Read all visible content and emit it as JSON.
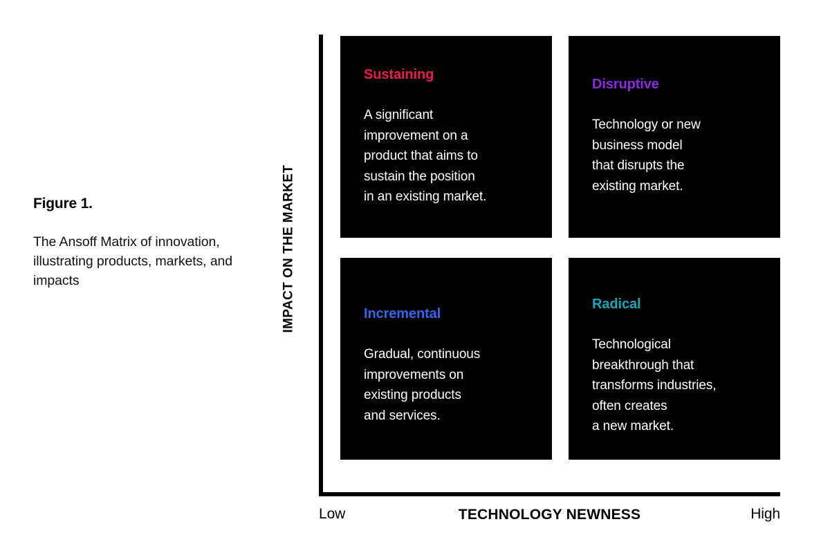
{
  "figure": {
    "caption_title": "Figure 1.",
    "caption_body": "The Ansoff Matrix of innovation, illustrating products, markets, and impacts"
  },
  "axes": {
    "y_label": "IMPACT ON THE MARKET",
    "x_label": "TECHNOLOGY NEWNESS",
    "x_low": "Low",
    "x_high": "High",
    "axis_color": "#000000"
  },
  "chart_data": {
    "type": "matrix",
    "title": "The Ansoff Matrix of innovation",
    "xlabel": "TECHNOLOGY NEWNESS",
    "ylabel": "IMPACT ON THE MARKET",
    "x_axis_ticks": [
      "Low",
      "High"
    ],
    "y_axis_ticks": [],
    "grid": false,
    "legend": "none",
    "cell_background": "#000000",
    "cells": [
      {
        "position": "top-left",
        "x": "low",
        "y": "high",
        "title": "Sustaining",
        "title_color": "#ED1A4F",
        "body": "A significant\nimprovement on a\nproduct that aims to\nsustain the position\nin an existing market."
      },
      {
        "position": "top-right",
        "x": "high",
        "y": "high",
        "title": "Disruptive",
        "title_color": "#8A2BE2",
        "body": "Technology or new\nbusiness model\nthat disrupts the\nexisting market."
      },
      {
        "position": "bottom-left",
        "x": "low",
        "y": "low",
        "title": "Incremental",
        "title_color": "#3366EE",
        "body": "Gradual, continuous\nimprovements on\nexisting products\nand services."
      },
      {
        "position": "bottom-right",
        "x": "high",
        "y": "low",
        "title": "Radical",
        "title_color": "#11A8B8",
        "body": "Technological\nbreakthrough that\ntransforms industries,\noften creates\na new market."
      }
    ]
  }
}
